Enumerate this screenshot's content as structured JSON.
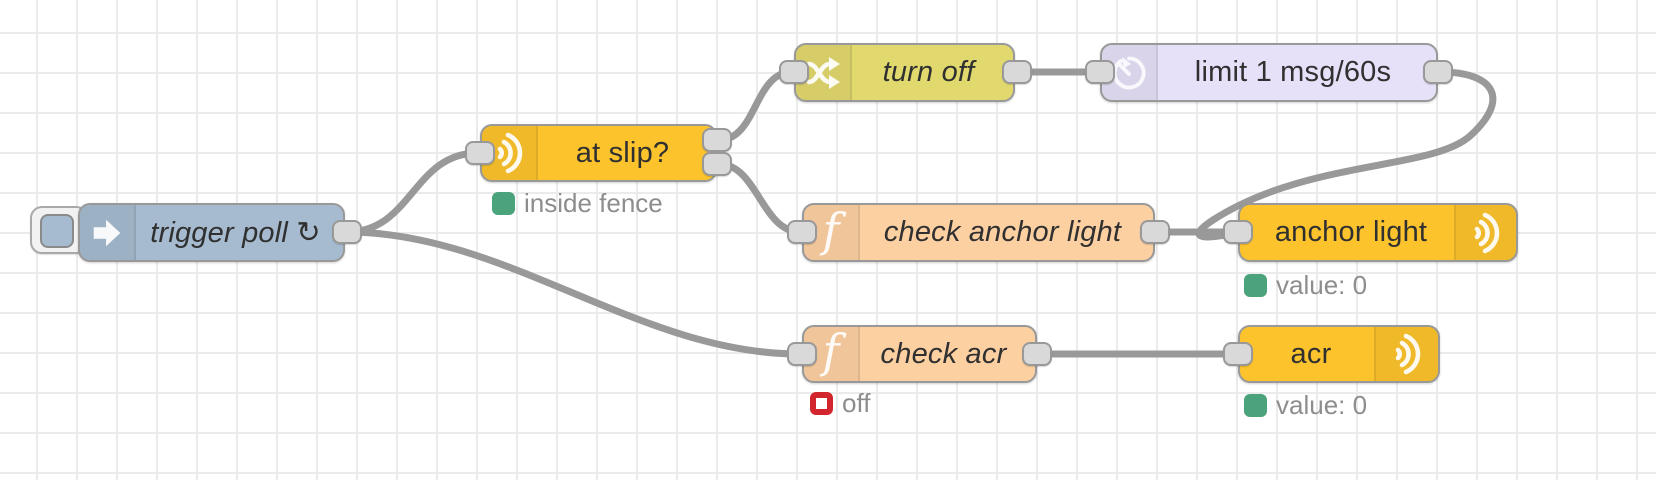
{
  "app": "node-red-flow-editor",
  "canvas": {
    "background": "#ffffff",
    "grid_color": "#ebebeb",
    "wire_color": "#999999",
    "port_color": "#d9d9d9"
  },
  "colors": {
    "inject_blue": "#a6bbcf",
    "signal_yellow": "#fcc32c",
    "switch_olive": "#e2d96e",
    "delay_lavender": "#e6e0f8",
    "function_peach": "#fdd0a2",
    "status_green": "#4aa37a",
    "status_red": "#d2252d",
    "label_text": "#303030",
    "status_text": "#8d8d8d"
  },
  "nodes": [
    {
      "id": "trigger-poll",
      "label": "trigger poll ↻",
      "icon": "arrow-in-icon",
      "color": "#a6bbcf",
      "has_button": true
    },
    {
      "id": "at-slip",
      "label": "at slip?",
      "icon": "signal-icon",
      "color": "#fcc32c",
      "status": {
        "shape": "dot",
        "color": "#4aa37a",
        "text": "inside fence"
      }
    },
    {
      "id": "turn-off",
      "label": "turn off",
      "icon": "shuffle-icon",
      "color": "#e2d96e"
    },
    {
      "id": "limit",
      "label": "limit 1 msg/60s",
      "icon": "timer-icon",
      "color": "#e6e0f8"
    },
    {
      "id": "check-anchor-light",
      "label": "check anchor light",
      "icon": "function-icon",
      "color": "#fdd0a2"
    },
    {
      "id": "anchor-light",
      "label": "anchor light",
      "icon": "signal-icon",
      "color": "#fcc32c",
      "status": {
        "shape": "dot",
        "color": "#4aa37a",
        "text": "value: 0"
      }
    },
    {
      "id": "check-acr",
      "label": "check acr",
      "icon": "function-icon",
      "color": "#fdd0a2",
      "status": {
        "shape": "ring",
        "color": "#d2252d",
        "text": "off"
      }
    },
    {
      "id": "acr",
      "label": "acr",
      "icon": "signal-icon",
      "color": "#fcc32c",
      "status": {
        "shape": "dot",
        "color": "#4aa37a",
        "text": "value: 0"
      }
    }
  ]
}
